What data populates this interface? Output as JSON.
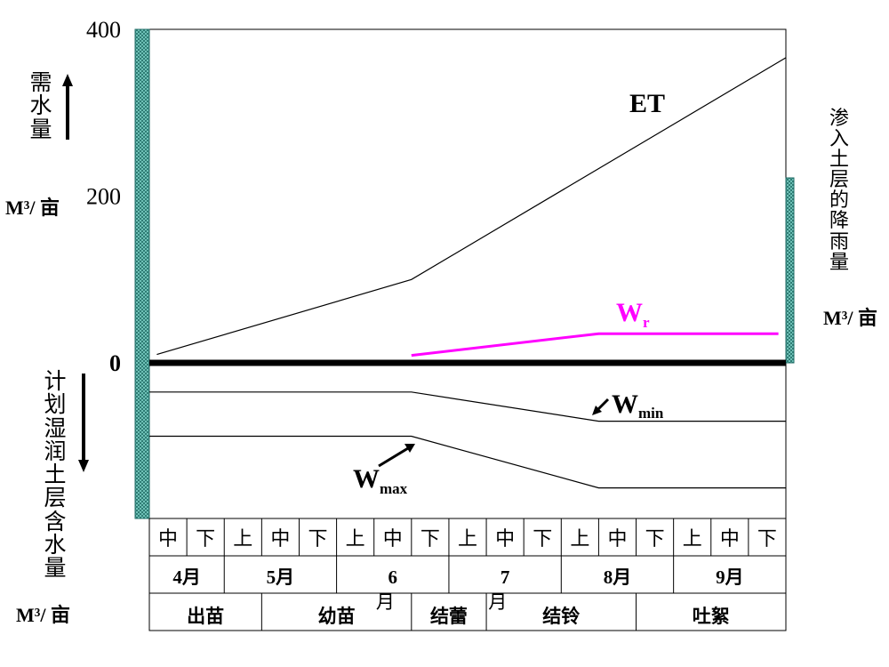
{
  "chart_data": {
    "type": "line",
    "y_ticks": [
      {
        "value": 400,
        "label": "400"
      },
      {
        "value": 200,
        "label": "200"
      },
      {
        "value": 0,
        "label": "0"
      }
    ],
    "ylim": [
      -180,
      400
    ],
    "left_axis": {
      "top_label": "需水量",
      "top_unit": "M³/ 亩",
      "bottom_label": "计划湿润土层含水量",
      "bottom_unit": "M³/ 亩"
    },
    "right_axis": {
      "label": "渗入土层的降雨量",
      "unit": "M³/ 亩"
    },
    "period_labels": [
      "中",
      "下",
      "上",
      "中",
      "下",
      "上",
      "中",
      "下",
      "上",
      "中",
      "下",
      "上",
      "中",
      "下",
      "上",
      "中",
      "下"
    ],
    "month_labels": [
      {
        "label": "4月",
        "start": 0,
        "end": 2
      },
      {
        "label": "5月",
        "start": 2,
        "end": 5
      },
      {
        "label": "6",
        "start": 5,
        "end": 8,
        "extra": "月"
      },
      {
        "label": "7",
        "start": 8,
        "end": 11,
        "extra": "月"
      },
      {
        "label": "8月",
        "start": 11,
        "end": 14
      },
      {
        "label": "9月",
        "start": 14,
        "end": 17
      }
    ],
    "stage_labels": [
      {
        "label": "出苗",
        "start": 0,
        "end": 3
      },
      {
        "label": "幼苗",
        "start": 3,
        "end": 7
      },
      {
        "label": "结蕾",
        "start": 7,
        "end": 9
      },
      {
        "label": "结铃",
        "start": 9,
        "end": 13
      },
      {
        "label": "吐絮",
        "start": 13,
        "end": 17
      }
    ],
    "series": [
      {
        "name": "ET",
        "color": "#000000",
        "points": [
          [
            0.2,
            10
          ],
          [
            7.0,
            100
          ],
          [
            17.0,
            366
          ]
        ]
      },
      {
        "name": "W",
        "subscript": "r",
        "color": "#ff00ff",
        "points": [
          [
            7.0,
            9
          ],
          [
            12.0,
            35
          ],
          [
            16.8,
            35
          ]
        ]
      },
      {
        "name": "W",
        "subscript": "min",
        "color": "#000000",
        "points": [
          [
            0,
            -35
          ],
          [
            7.0,
            -35
          ],
          [
            12.0,
            -70
          ],
          [
            17.0,
            -70
          ]
        ]
      },
      {
        "name": "W",
        "subscript": "max",
        "color": "#000000",
        "points": [
          [
            0,
            -88
          ],
          [
            7.0,
            -88
          ],
          [
            12.0,
            -150
          ],
          [
            17.0,
            -150
          ]
        ]
      }
    ],
    "colors": {
      "hatch_fill": "#7fd3c8",
      "hatch_stroke": "#1f6b64",
      "magenta": "#ff00ff"
    }
  }
}
